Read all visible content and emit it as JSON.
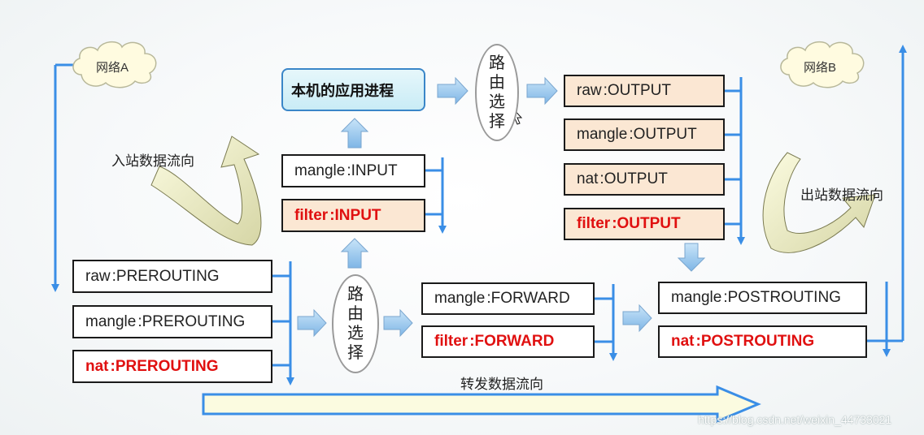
{
  "networks": {
    "a": "网络A",
    "b": "网络B"
  },
  "app_process": "本机的应用进程",
  "route_chars": [
    "路",
    "由",
    "选",
    "择"
  ],
  "input_chain": [
    {
      "table": "mangle",
      "chain": "INPUT",
      "bold": false
    },
    {
      "table": "filter",
      "chain": "INPUT",
      "bold": true
    }
  ],
  "prerouting_chain": [
    {
      "table": "raw",
      "chain": "PREROUTING",
      "bold": false
    },
    {
      "table": "mangle",
      "chain": "PREROUTING",
      "bold": false
    },
    {
      "table": "nat",
      "chain": "PREROUTING",
      "bold": true
    }
  ],
  "output_chain": [
    {
      "table": "raw",
      "chain": "OUTPUT",
      "bold": false
    },
    {
      "table": "mangle",
      "chain": "OUTPUT",
      "bold": false
    },
    {
      "table": "nat",
      "chain": "OUTPUT",
      "bold": false
    },
    {
      "table": "filter",
      "chain": "OUTPUT",
      "bold": true
    }
  ],
  "forward_chain": [
    {
      "table": "mangle",
      "chain": "FORWARD",
      "bold": false
    },
    {
      "table": "filter",
      "chain": "FORWARD",
      "bold": true
    }
  ],
  "postrouting_chain": [
    {
      "table": "mangle",
      "chain": "POSTROUTING",
      "bold": false
    },
    {
      "table": "nat",
      "chain": "POSTROUTING",
      "bold": true
    }
  ],
  "separator": ":",
  "flow_labels": {
    "inbound": "入站数据流向",
    "outbound": "出站数据流向",
    "forward": "转发数据流向"
  },
  "watermark": "https://blog.csdn.net/weixin_44733021",
  "colors": {
    "line": "#3a8ee6",
    "highlight": "#e01010",
    "peach": "#fbe7d3",
    "app_fill": "#d4f1f9"
  }
}
